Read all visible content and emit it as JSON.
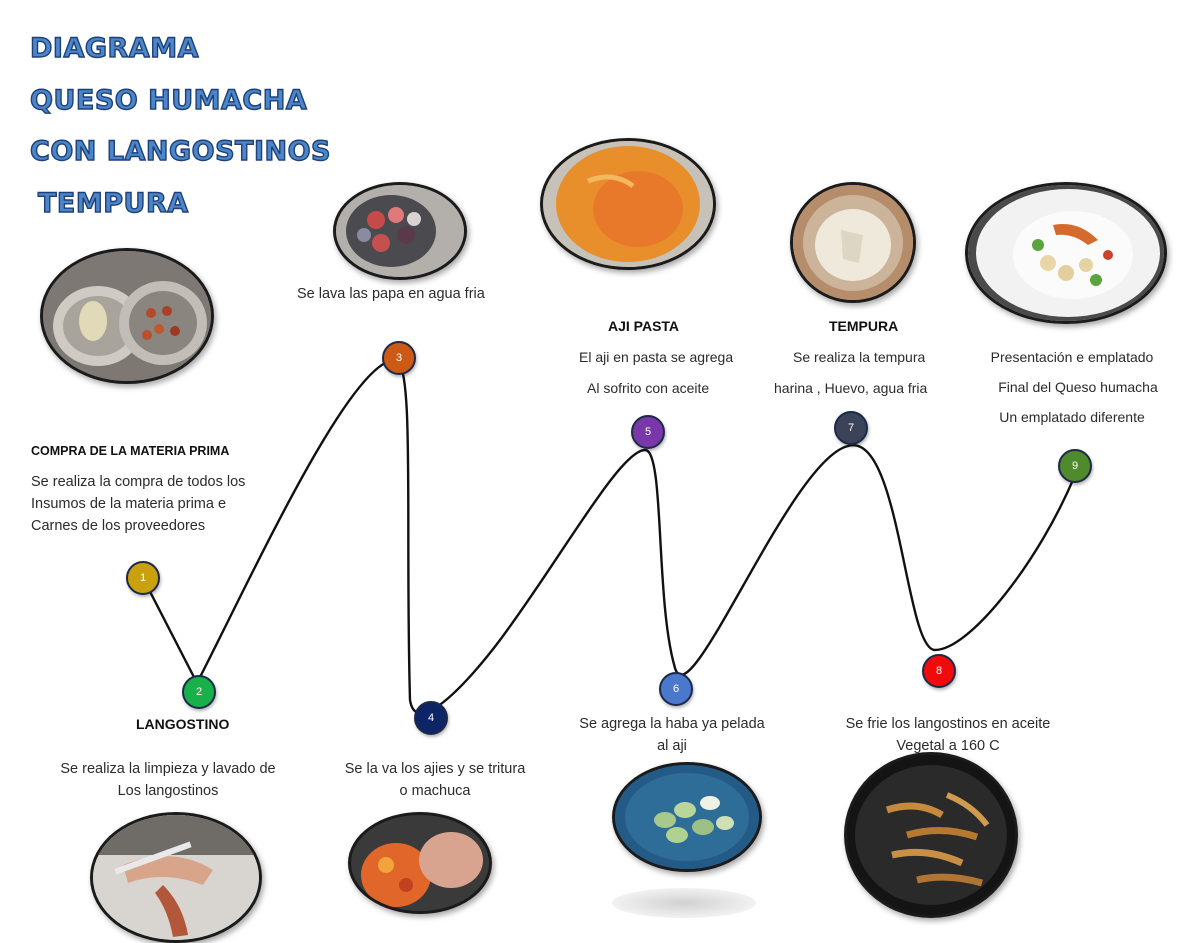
{
  "title": {
    "line1": "DIAGRAMA",
    "line2": "QUESO HUMACHA",
    "line3": "CON LANGOSTINOS",
    "line4": "TEMPURA"
  },
  "colors": {
    "title_fill": "#4a86c8",
    "title_outline": "#1f3f78",
    "path": "#111111"
  },
  "steps": [
    {
      "number": "1",
      "color": "#c9a00e",
      "heading": "COMPRA DE LA MATERIA PRIMA",
      "lines": [
        "Se realiza la compra de todos los",
        "Insumos de la materia prima e",
        "Carnes de los proveedores"
      ],
      "photo": "bowls-with-potatoes-and-corn"
    },
    {
      "number": "2",
      "color": "#17b04a",
      "heading": "LANGOSTINO",
      "lines": [
        "Se realiza la limpieza y lavado de",
        "Los langostinos"
      ],
      "photo": "hands-cleaning-langostino"
    },
    {
      "number": "3",
      "color": "#cc5a14",
      "heading": "",
      "lines": [
        "Se lava las papa en agua fria"
      ],
      "photo": "potatoes-in-pot"
    },
    {
      "number": "4",
      "color": "#0d2466",
      "heading": "",
      "lines": [
        "Se la va los ajies y se tritura",
        "o machuca"
      ],
      "photo": "crushing-ajies"
    },
    {
      "number": "5",
      "color": "#7a37a8",
      "heading": "AJI PASTA",
      "lines": [
        "El aji en pasta se agrega",
        "Al sofrito con aceite"
      ],
      "photo": "aji-paste-in-pan"
    },
    {
      "number": "6",
      "color": "#4a78cc",
      "heading": "",
      "lines": [
        "Se agrega la haba ya pelada",
        "al aji"
      ],
      "photo": "peeled-habas"
    },
    {
      "number": "7",
      "color": "#3a4358",
      "heading": "TEMPURA",
      "lines": [
        "Se realiza la tempura",
        "harina , Huevo, agua fria"
      ],
      "photo": "tempura-batter-bowl"
    },
    {
      "number": "8",
      "color": "#f20a0a",
      "heading": "",
      "lines": [
        "Se frie los langostinos en aceite",
        "Vegetal a 160 C"
      ],
      "photo": "frying-langostinos"
    },
    {
      "number": "9",
      "color": "#4f8a2c",
      "heading": "",
      "lines": [
        "Presentación e emplatado",
        "Final del Queso humacha",
        "Un emplatado diferente"
      ],
      "photo": "final-plated-dish"
    }
  ]
}
